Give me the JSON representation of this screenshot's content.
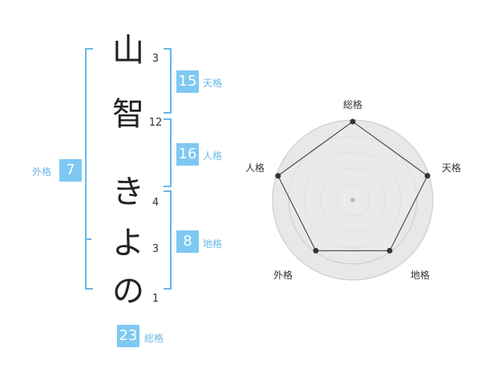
{
  "name": {
    "characters": [
      {
        "char": "山",
        "strokes": "3"
      },
      {
        "char": "智",
        "strokes": "12"
      },
      {
        "char": "き",
        "strokes": "4"
      },
      {
        "char": "よ",
        "strokes": "3"
      },
      {
        "char": "の",
        "strokes": "1"
      }
    ]
  },
  "fortunes": {
    "tenkaku": {
      "value": "15",
      "label": "天格"
    },
    "jinkaku": {
      "value": "16",
      "label": "人格"
    },
    "chikaku": {
      "value": "8",
      "label": "地格"
    },
    "gaikaku": {
      "value": "7",
      "label": "外格"
    },
    "soukaku": {
      "value": "23",
      "label": "総格"
    }
  },
  "chart_data": {
    "type": "radar",
    "axes": [
      "総格",
      "天格",
      "地格",
      "外格",
      "人格"
    ],
    "scale_max": 5,
    "values": [
      5,
      5,
      4,
      4,
      5
    ],
    "grid_rings": 5,
    "colors": {
      "fill": "#e8e8e8",
      "line": "#333333",
      "grid": "#cccccc",
      "center": "#bbbbbb"
    }
  },
  "colors": {
    "accent": "#7fc8f2",
    "bracket": "#6ab7e6"
  }
}
